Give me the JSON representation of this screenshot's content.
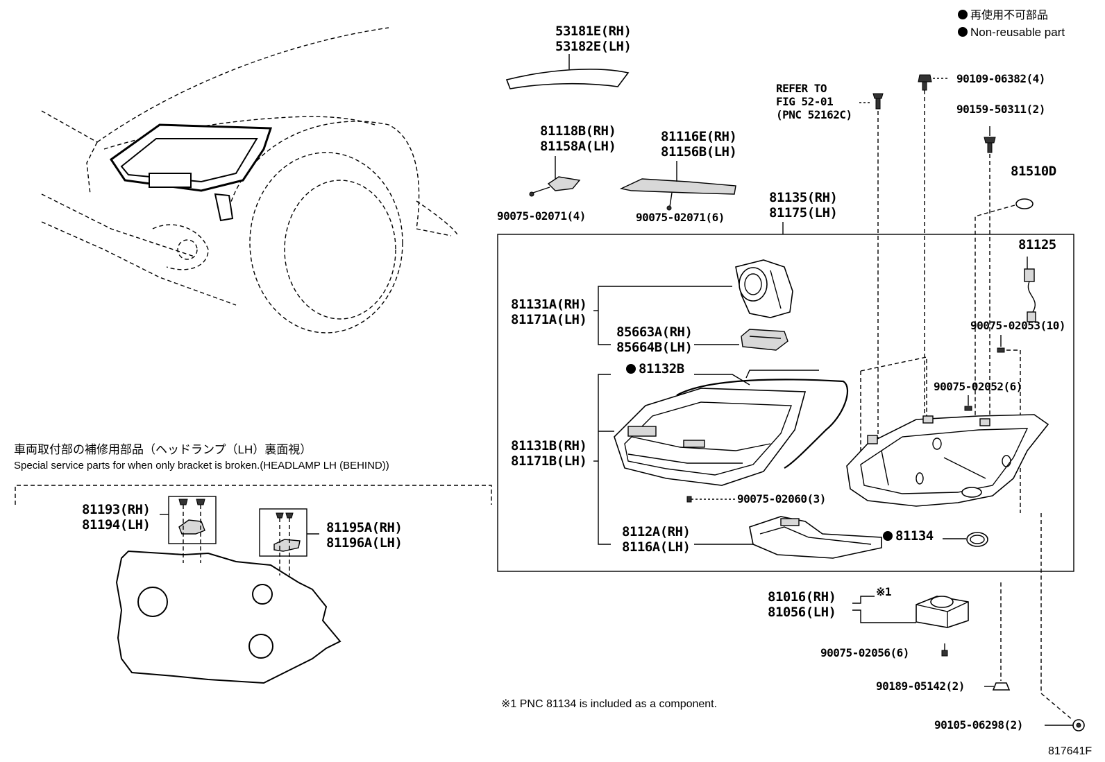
{
  "legend": {
    "jp": "再使用不可部品",
    "en": "Non-reusable part"
  },
  "labels": {
    "p53181": "53181E(RH)",
    "p53182": "53182E(LH)",
    "refer1": "REFER TO",
    "refer2": "FIG 52-01",
    "refer3": "(PNC 52162C)",
    "p9010906382": "90109-06382(4)",
    "p9015950311": "90159-50311(2)",
    "p81118": "81118B(RH)",
    "p81158": "81158A(LH)",
    "p81116": "81116E(RH)",
    "p81156": "81156B(LH)",
    "p81510": "81510D",
    "p9007502071a": "90075-02071(4)",
    "p9007502071b": "90075-02071(6)",
    "p81135": "81135(RH)",
    "p81175": "81175(LH)",
    "p81125": "81125",
    "p81131a": "81131A(RH)",
    "p81171a": "81171A(LH)",
    "p85663": "85663A(RH)",
    "p85664": "85664B(LH)",
    "p9007502053": "90075-02053(10)",
    "p81132": "81132B",
    "p9007502052": "90075-02052(6)",
    "p81131b": "81131B(RH)",
    "p81171b": "81171B(LH)",
    "p9007502060": "90075-02060(3)",
    "p8112": "8112A(RH)",
    "p8116": "8116A(LH)",
    "p81134": "81134",
    "p81016": "81016(RH)",
    "p81056": "81056(LH)",
    "ref1mark": "※1",
    "p9007502056": "90075-02056(6)",
    "p9018905142": "90189-05142(2)",
    "p9010506298": "90105-06298(2)",
    "footnote": "※1 PNC 81134 is included as a component.",
    "figcode": "817641F",
    "special_jp": "車両取付部の補修用部品（ヘッドランプ（LH）裏面視）",
    "special_en": "Special service parts for when only bracket is broken.(HEADLAMP LH (BEHIND))",
    "p81193": "81193(RH)",
    "p81194": "81194(LH)",
    "p81195": "81195A(RH)",
    "p81196": "81196A(LH)"
  }
}
